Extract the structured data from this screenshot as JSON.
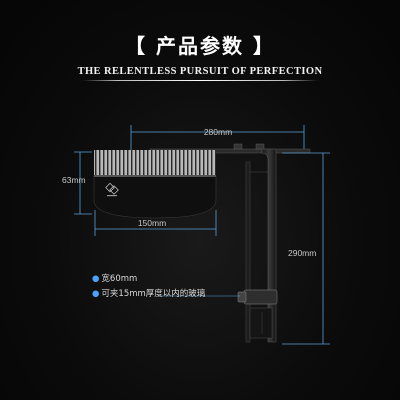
{
  "title": "【 产品参数 】",
  "subtitle": "THE RELENTLESS PURSUIT OF PERFECTION",
  "dimensions": {
    "width_total": "280mm",
    "lamp_height": "63mm",
    "lamp_width": "150mm",
    "bracket_height": "290mm"
  },
  "specs": [
    {
      "bullet": "●",
      "text": "宽60mm"
    },
    {
      "bullet": "●",
      "text": "可夹15mm厚度以内的玻璃"
    }
  ],
  "colors": {
    "background": "#0b0b0b",
    "dimension_line": "#5aa0d8",
    "accent_dot": "#4aa3ff",
    "lamp_body": "#111111"
  }
}
